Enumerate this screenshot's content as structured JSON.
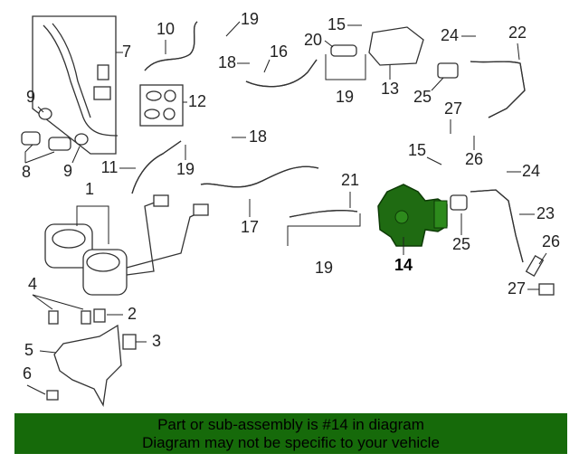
{
  "diagram": {
    "callouts": [
      "7",
      "10",
      "19",
      "15",
      "20",
      "16",
      "18",
      "19",
      "13",
      "24",
      "22",
      "25",
      "27",
      "12",
      "9",
      "8",
      "9",
      "11",
      "19",
      "18",
      "15",
      "26",
      "24",
      "21",
      "1",
      "17",
      "23",
      "25",
      "19",
      "14",
      "26",
      "27",
      "4",
      "2",
      "3",
      "5",
      "6"
    ],
    "highlighted_part": "14",
    "highlight_color": "#1f6b12"
  },
  "banner": {
    "line1": "Part or sub-assembly is #14 in diagram",
    "line2": "Diagram may not be specific to your vehicle",
    "color": "#166a0a"
  }
}
